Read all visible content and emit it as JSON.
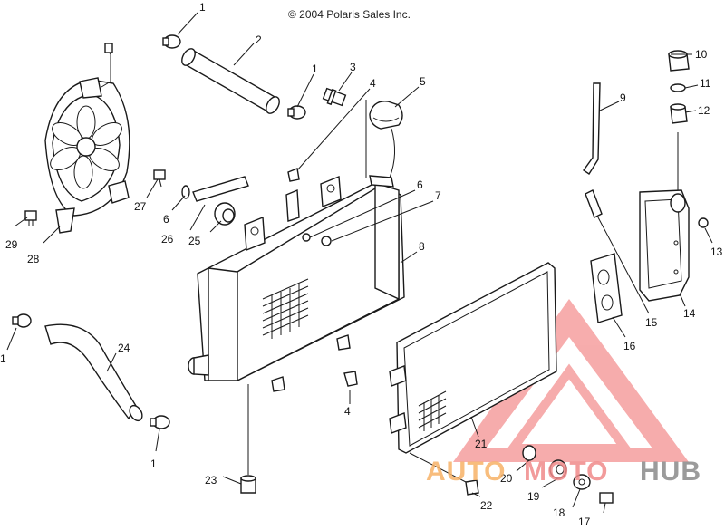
{
  "header": {
    "copyright": "© 2004 Polaris Sales Inc."
  },
  "watermark": {
    "word_a": "AUTO",
    "word_b": "MOTO",
    "word_c": "HUB",
    "color_a": "#f7b267",
    "color_b": "#f08a8a",
    "color_c": "#8a8a8a",
    "triangle_color": "#f06a6a"
  },
  "callouts": {
    "c1a": "1",
    "c1b": "1",
    "c1c": "1",
    "c1d": "1",
    "c2": "2",
    "c3": "3",
    "c4a": "4",
    "c4b": "4",
    "c5": "5",
    "c6a": "6",
    "c6b": "6",
    "c7": "7",
    "c8": "8",
    "c9": "9",
    "c10": "10",
    "c11": "11",
    "c12": "12",
    "c13": "13",
    "c14": "14",
    "c15": "15",
    "c16": "16",
    "c17": "17",
    "c18": "18",
    "c19": "19",
    "c20": "20",
    "c21": "21",
    "c22": "22",
    "c23": "23",
    "c24": "24",
    "c25": "25",
    "c26": "26",
    "c27": "27",
    "c28": "28",
    "c29": "29"
  }
}
